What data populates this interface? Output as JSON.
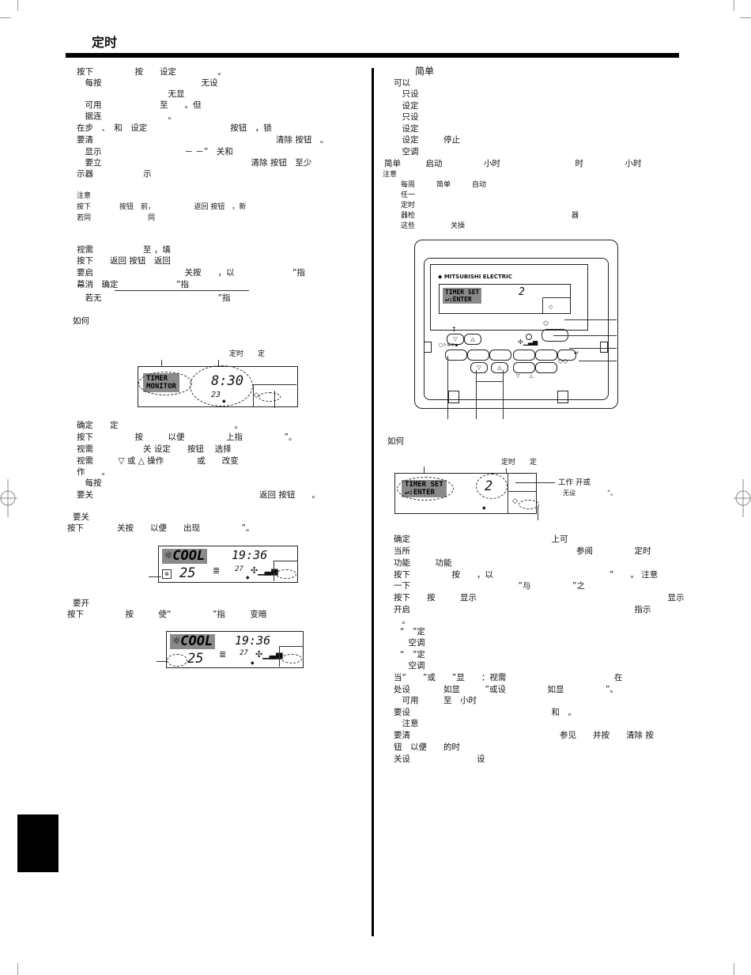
{
  "header": {
    "title": "定时"
  },
  "left_column": {
    "lines": [
      "按下　　　　　按　　设定　　　　　。",
      "　每按　　　　　　　　　　　　无设",
      "　　　　　　　　　　　无显",
      "　可用　　　　　　　至　　。但",
      "　据连　　　　　　　　。",
      "在步　、　和　设定　　　　　　　　　　按钮　，锁",
      "要清　　　　　　　　　　　　　　　　　　　　　　清除 按钮　。",
      "　显示　　　　　　　　　　－ －”　关和",
      "　要立　　　　　　　　　　　　　　　　　　清除 按钮　至少",
      "示器　　　　　　示"
    ],
    "note_lines": [
      "注意",
      "按下　　　　按钮　前，　　　　　　返回 按钮　，新",
      "若同　　　　　　　　同"
    ],
    "para2_lines": [
      "视需　　　　　　至 ，填",
      "按下　　返回 按钮　返回",
      "要启　　　　　　　　　　　关按　　，以　　　　　　　”指",
      "幕消　确定　　　　　　　”指",
      "　若无　　　　　　　　　　　　　　”指"
    ],
    "howto_heading": "如何",
    "fig1_label": "定时　　定",
    "fig1_lcd": {
      "line1": "TIMER",
      "line2": "MONITOR",
      "time": "8:30",
      "sub": "23"
    },
    "para3_lines": [
      "确定　　定　　　　　　　　　　　　　　。",
      "按下　　　　　按　　　以便　　　　　上指　　　　　”。",
      "视需　　　　　　关 设定　　按钮　 选择",
      "视需　　　▽ 或 △ 操作　　　　或　　改变",
      "作　　。",
      "　每按",
      "要关　　　　　　　　　　　　　　　　　　　　返回 按钮　　。"
    ],
    "off_heading": "要关",
    "off_line": "按下　　　　关按　　以便　　出现　　　　　”。",
    "on_heading": "要开",
    "on_line": "按下　　　　　按　　　使“　　　　　”指　　　变暗",
    "lcd_cool_a": {
      "mode": "COOL",
      "clock": "19:36",
      "setpoint": "25",
      "room": "27"
    },
    "lcd_cool_b": {
      "mode": "COOL",
      "clock": "19:36",
      "setpoint": "25",
      "room": "27"
    }
  },
  "right_column": {
    "heading": "简单",
    "lines": [
      "可以",
      "　只设",
      "　设定",
      "　只设",
      "　设定",
      "　设定　　　停止",
      "　空调",
      "简单　　　启动　　　　　小时　　　　　　　　　时　　　　　小时"
    ],
    "note_lines": [
      "注意",
      "　每周　　　简单　　　自动",
      "　任一",
      "　定时",
      "　器检　　　　　　　　　　　　　　　　　　　　　　器",
      "　这些　　　　　关操"
    ],
    "remote": {
      "brand": "MITSUBISHI ELECTRIC",
      "lcd_line1": "TIMER SET",
      "lcd_line2": "↵:ENTER",
      "lcd_value": "2"
    },
    "howto_heading": "如何",
    "fig2_label": "定时　　定",
    "fig2_lcd": {
      "line1": "TIMER SET",
      "line2": "↵:ENTER",
      "value": "2"
    },
    "fig2_note1": "工作 开或",
    "fig2_note2": "无设　　　　　”。",
    "para_lines": [
      "确定　　　　　　　　　　　　　　　　　上可",
      "当所　　　　　　　　　　　　　　　　　　　　参阅　　　　　定时",
      "功能　　　功能",
      "按下　　　　　按　　，以　　　　　　　　　　　　　　”　　。 注意",
      "一下　　　　　　　　　　　　　”与　　　　　”之",
      "按下　　按　　　显示　　　　　　　　　　　　　　　　　　　　　　　显示",
      "开启　　　　　　　　　　　　　　　　　　　　　　　　　　　指示",
      "　。",
      "“　”定",
      "　空调",
      "“　”定",
      "　空调",
      "当“　　”或　　”显　　：视需　　　　　　　　　　　　　在",
      "处设　　　　如显　　　”或设　　　　　如显　　　　　”。",
      "　可用　　　至　小时",
      "要设　　　　　　　　　　　　　　　　　和　。",
      "　注意",
      "要清　　　　　　　　　　　　　　　　　　参见　　并按　　清除 按",
      "钮　以便　　的时",
      "关设　　　　　　　　设"
    ]
  }
}
